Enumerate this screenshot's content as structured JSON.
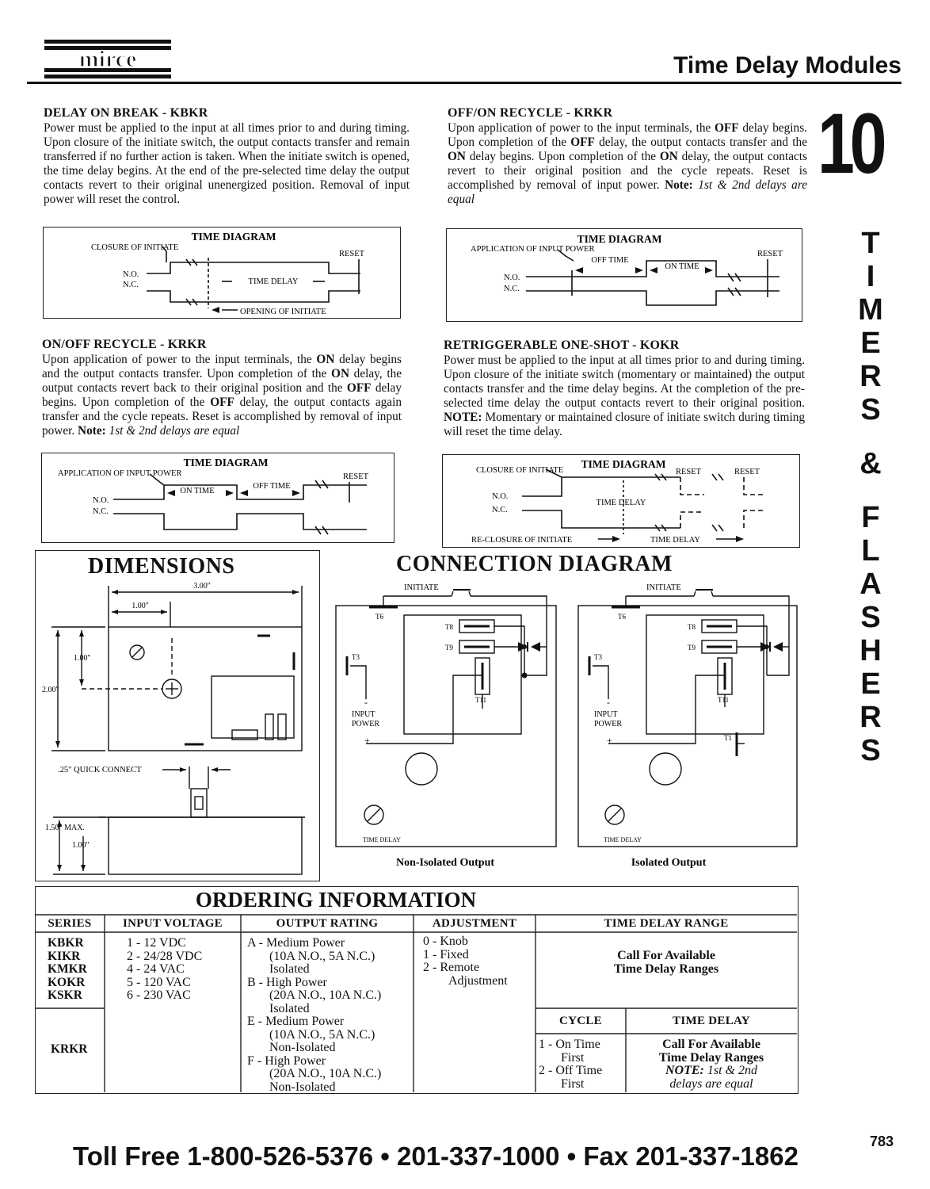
{
  "header": {
    "logo_text": "mirce",
    "title": "Time Delay Modules"
  },
  "side": {
    "number": "10",
    "vertical_letters": [
      "T",
      "I",
      "M",
      "E",
      "R",
      "S",
      "&",
      "F",
      "L",
      "A",
      "S",
      "H",
      "E",
      "R",
      "S"
    ]
  },
  "sections": {
    "kbkr": {
      "title": "DELAY ON BREAK - KBKR",
      "body": "Power must be applied to the input at all times prior to and during timing. Upon closure of the initiate switch, the output contacts transfer and remain transferred if no further action is taken. When the initiate switch is opened, the time delay begins. At the end of the pre-selected time delay the output contacts revert to their original unenergized position. Removal of input power will reset the control.",
      "diagram": {
        "title": "TIME DIAGRAM",
        "closure_of_initiate": "CLOSURE OF INITIATE",
        "no": "N.O.",
        "nc": "N.C.",
        "time_delay": "TIME DELAY",
        "reset": "RESET",
        "opening_of_initiate": "OPENING OF INITIATE"
      }
    },
    "krkr_offon": {
      "title": "OFF/ON RECYCLE - KRKR",
      "body_parts": [
        "Upon application of power to the input terminals, the ",
        "OFF",
        " delay begins. Upon completion of the ",
        "OFF",
        " delay, the output contacts transfer and the ",
        "ON",
        " delay begins. Upon completion of the ",
        "ON",
        " delay, the output contacts revert to their original position and the cycle repeats. Reset is accomplished by removal of input power. ",
        "Note:",
        " ",
        "1st & 2nd delays are equal"
      ],
      "diagram": {
        "title": "TIME DIAGRAM",
        "application_of_input_power": "APPLICATION OF INPUT POWER",
        "no": "N.O.",
        "nc": "N.C.",
        "off_time": "OFF TIME",
        "on_time": "ON TIME",
        "reset": "RESET"
      }
    },
    "krkr_onoff": {
      "title": "ON/OFF RECYCLE - KRKR",
      "body_parts": [
        "Upon application of power to the input terminals, the ",
        "ON",
        " delay begins and the output contacts transfer. Upon completion of the ",
        "ON",
        " delay, the output contacts revert back to their original position and the ",
        "OFF",
        " delay begins. Upon completion of the ",
        "OFF",
        " delay, the output contacts again transfer and the cycle repeats. Reset is accomplished by removal of input power. ",
        "Note:",
        " ",
        "1st & 2nd delays are equal"
      ],
      "diagram": {
        "title": "TIME DIAGRAM",
        "application_of_input_power": "APPLICATION OF INPUT POWER",
        "no": "N.O.",
        "nc": "N.C.",
        "on_time": "ON TIME",
        "off_time": "OFF TIME",
        "reset": "RESET"
      }
    },
    "kokr": {
      "title": "RETRIGGERABLE ONE-SHOT - KOKR",
      "body_parts": [
        "Power must be applied to the input at all times prior to and during timing. Upon closure of the initiate switch (momentary or maintained) the output contacts transfer and the time delay begins. At the completion of the pre-selected time delay the output contacts revert to their original position. ",
        "NOTE:",
        " Momentary or maintained closure of initiate switch during timing will reset the time delay."
      ],
      "diagram": {
        "title": "TIME DIAGRAM",
        "closure_of_initiate": "CLOSURE OF INITIATE",
        "no": "N.O.",
        "nc": "N.C.",
        "time_delay": "TIME DELAY",
        "reset1": "RESET",
        "reset2": "RESET",
        "reclosure_of_initiate": "RE-CLOSURE OF INITIATE",
        "time_delay2": "TIME DELAY"
      }
    }
  },
  "dimensions": {
    "title": "DIMENSIONS",
    "width": "3.00\"",
    "inset": "1.00\"",
    "height_upper": "1.00\"",
    "height_total": "2.00\"",
    "quick_connect": ".25\" QUICK CONNECT",
    "max_height": "1.50\" MAX.",
    "base_height": "1.00\""
  },
  "connection": {
    "title": "CONNECTION DIAGRAM",
    "left": {
      "initiate": "INITIATE",
      "t6": "T6",
      "t8": "T8",
      "t9": "T9",
      "t3": "T3",
      "t11": "T11",
      "input_power": "INPUT POWER",
      "minus": "-",
      "plus": "+",
      "time_delay": "TIME DELAY",
      "caption": "Non-Isolated Output"
    },
    "right": {
      "initiate": "INITIATE",
      "t6": "T6",
      "t8": "T8",
      "t9": "T9",
      "t3": "T3",
      "t11": "T11",
      "t1": "T1",
      "input_power": "INPUT POWER",
      "minus": "-",
      "plus": "+",
      "time_delay": "TIME DELAY",
      "caption": "Isolated Output"
    }
  },
  "ordering": {
    "title": "ORDERING INFORMATION",
    "headers": {
      "series": "SERIES",
      "input_voltage": "INPUT VOLTAGE",
      "output_rating": "OUTPUT RATING",
      "adjustment": "ADJUSTMENT",
      "time_delay_range": "TIME DELAY RANGE"
    },
    "series_main": [
      "KBKR",
      "KIKR",
      "KMKR",
      "KOKR",
      "KSKR"
    ],
    "series_krkr": "KRKR",
    "input_voltage": [
      {
        "code": "1 -",
        "label": "12 VDC"
      },
      {
        "code": "2 -",
        "label": "24/28 VDC"
      },
      {
        "code": "4 -",
        "label": "24 VAC"
      },
      {
        "code": "5 -",
        "label": "120 VAC"
      },
      {
        "code": "6 -",
        "label": "230 VAC"
      }
    ],
    "output_rating": [
      {
        "code": "A -",
        "lines": [
          "Medium Power",
          "(10A N.O., 5A N.C.)",
          "Isolated"
        ]
      },
      {
        "code": "B -",
        "lines": [
          "High Power",
          "(20A N.O., 10A N.C.)",
          "Isolated"
        ]
      },
      {
        "code": "E -",
        "lines": [
          "Medium Power",
          "(10A N.O., 5A N.C.)",
          "Non-Isolated"
        ]
      },
      {
        "code": "F -",
        "lines": [
          "High Power",
          "(20A N.O., 10A N.C.)",
          "Non-Isolated"
        ]
      }
    ],
    "adjustment": [
      {
        "code": "0 -",
        "label": "Knob"
      },
      {
        "code": "1 -",
        "label": "Fixed"
      },
      {
        "code": "2 -",
        "label": "Remote Adjustment"
      }
    ],
    "time_delay_range_text": [
      "Call For Available",
      "Time Delay Ranges"
    ],
    "cycle_header": "CYCLE",
    "time_delay_header": "TIME DELAY",
    "cycle": [
      {
        "code": "1 -",
        "lines": [
          "On Time",
          "First"
        ]
      },
      {
        "code": "2 -",
        "lines": [
          "Off Time",
          "First"
        ]
      }
    ],
    "krkr_time_delay": [
      "Call For Available",
      "Time Delay Ranges"
    ],
    "krkr_note_label": "NOTE:",
    "krkr_note": [
      "1st & 2nd",
      "delays are equal"
    ]
  },
  "footer": {
    "contact": "Toll Free 1-800-526-5376 • 201-337-1000 • Fax 201-337-1862",
    "page_number": "783"
  }
}
